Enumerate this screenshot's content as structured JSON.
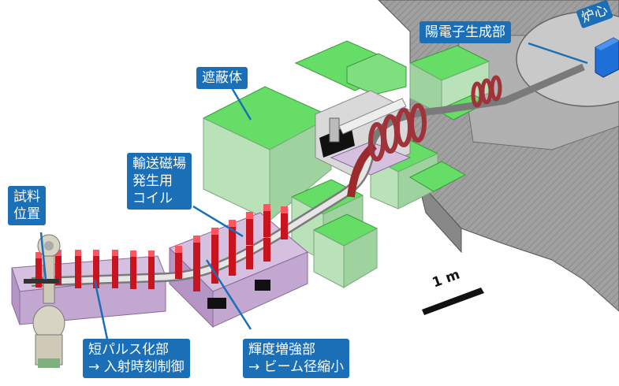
{
  "labels": {
    "reactor_core": "炉心",
    "positron_generator": "陽電子生成部",
    "shield": "遮蔽体",
    "transport_coil": [
      "輸送磁場",
      "発生用",
      "コイル"
    ],
    "sample_position": [
      "試料",
      "位置"
    ],
    "short_pulse": [
      "短パルス化部",
      "→ 入射時刻制御"
    ],
    "brightness": [
      "輝度増強部",
      "→ ビーム径縮小"
    ],
    "scale_bar": "1 m"
  },
  "colors": {
    "shield_green": "#66dd66",
    "shield_side": "#b9e2b9",
    "concrete": "#9a9a9a",
    "base_purple": "#d6c0e0",
    "coil_red": "#c8141e",
    "label_blue": "#1b6fb6",
    "core_blue": "#1f6fd8"
  }
}
